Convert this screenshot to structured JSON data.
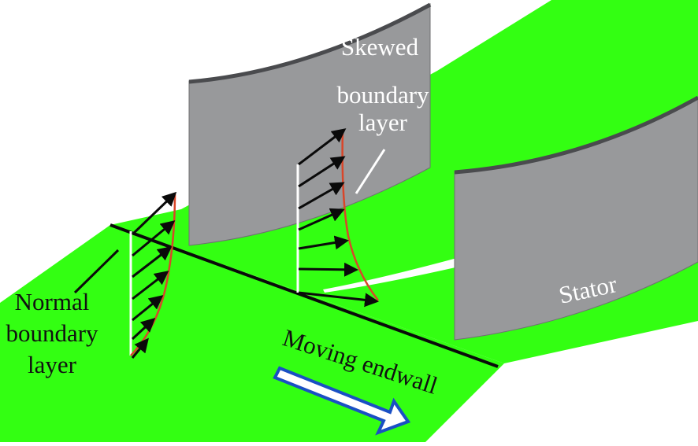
{
  "labels": {
    "skewed": [
      "Skewed",
      "boundary",
      "layer"
    ],
    "normal": [
      "Normal",
      "boundary",
      "layer"
    ],
    "moving_endwall": "Moving endwall",
    "stator": "Stator"
  },
  "colors": {
    "endwall": "#33ff12",
    "blade_face": "#98999b",
    "blade_top": "#4a4b4e",
    "profile_curve": "#d9462a",
    "velocity_arrow": "#0a0a0a",
    "wall_line": "#ffffff",
    "moving_arrow_fill": "#ffffff",
    "moving_arrow_stroke": "#1a4fc4"
  }
}
